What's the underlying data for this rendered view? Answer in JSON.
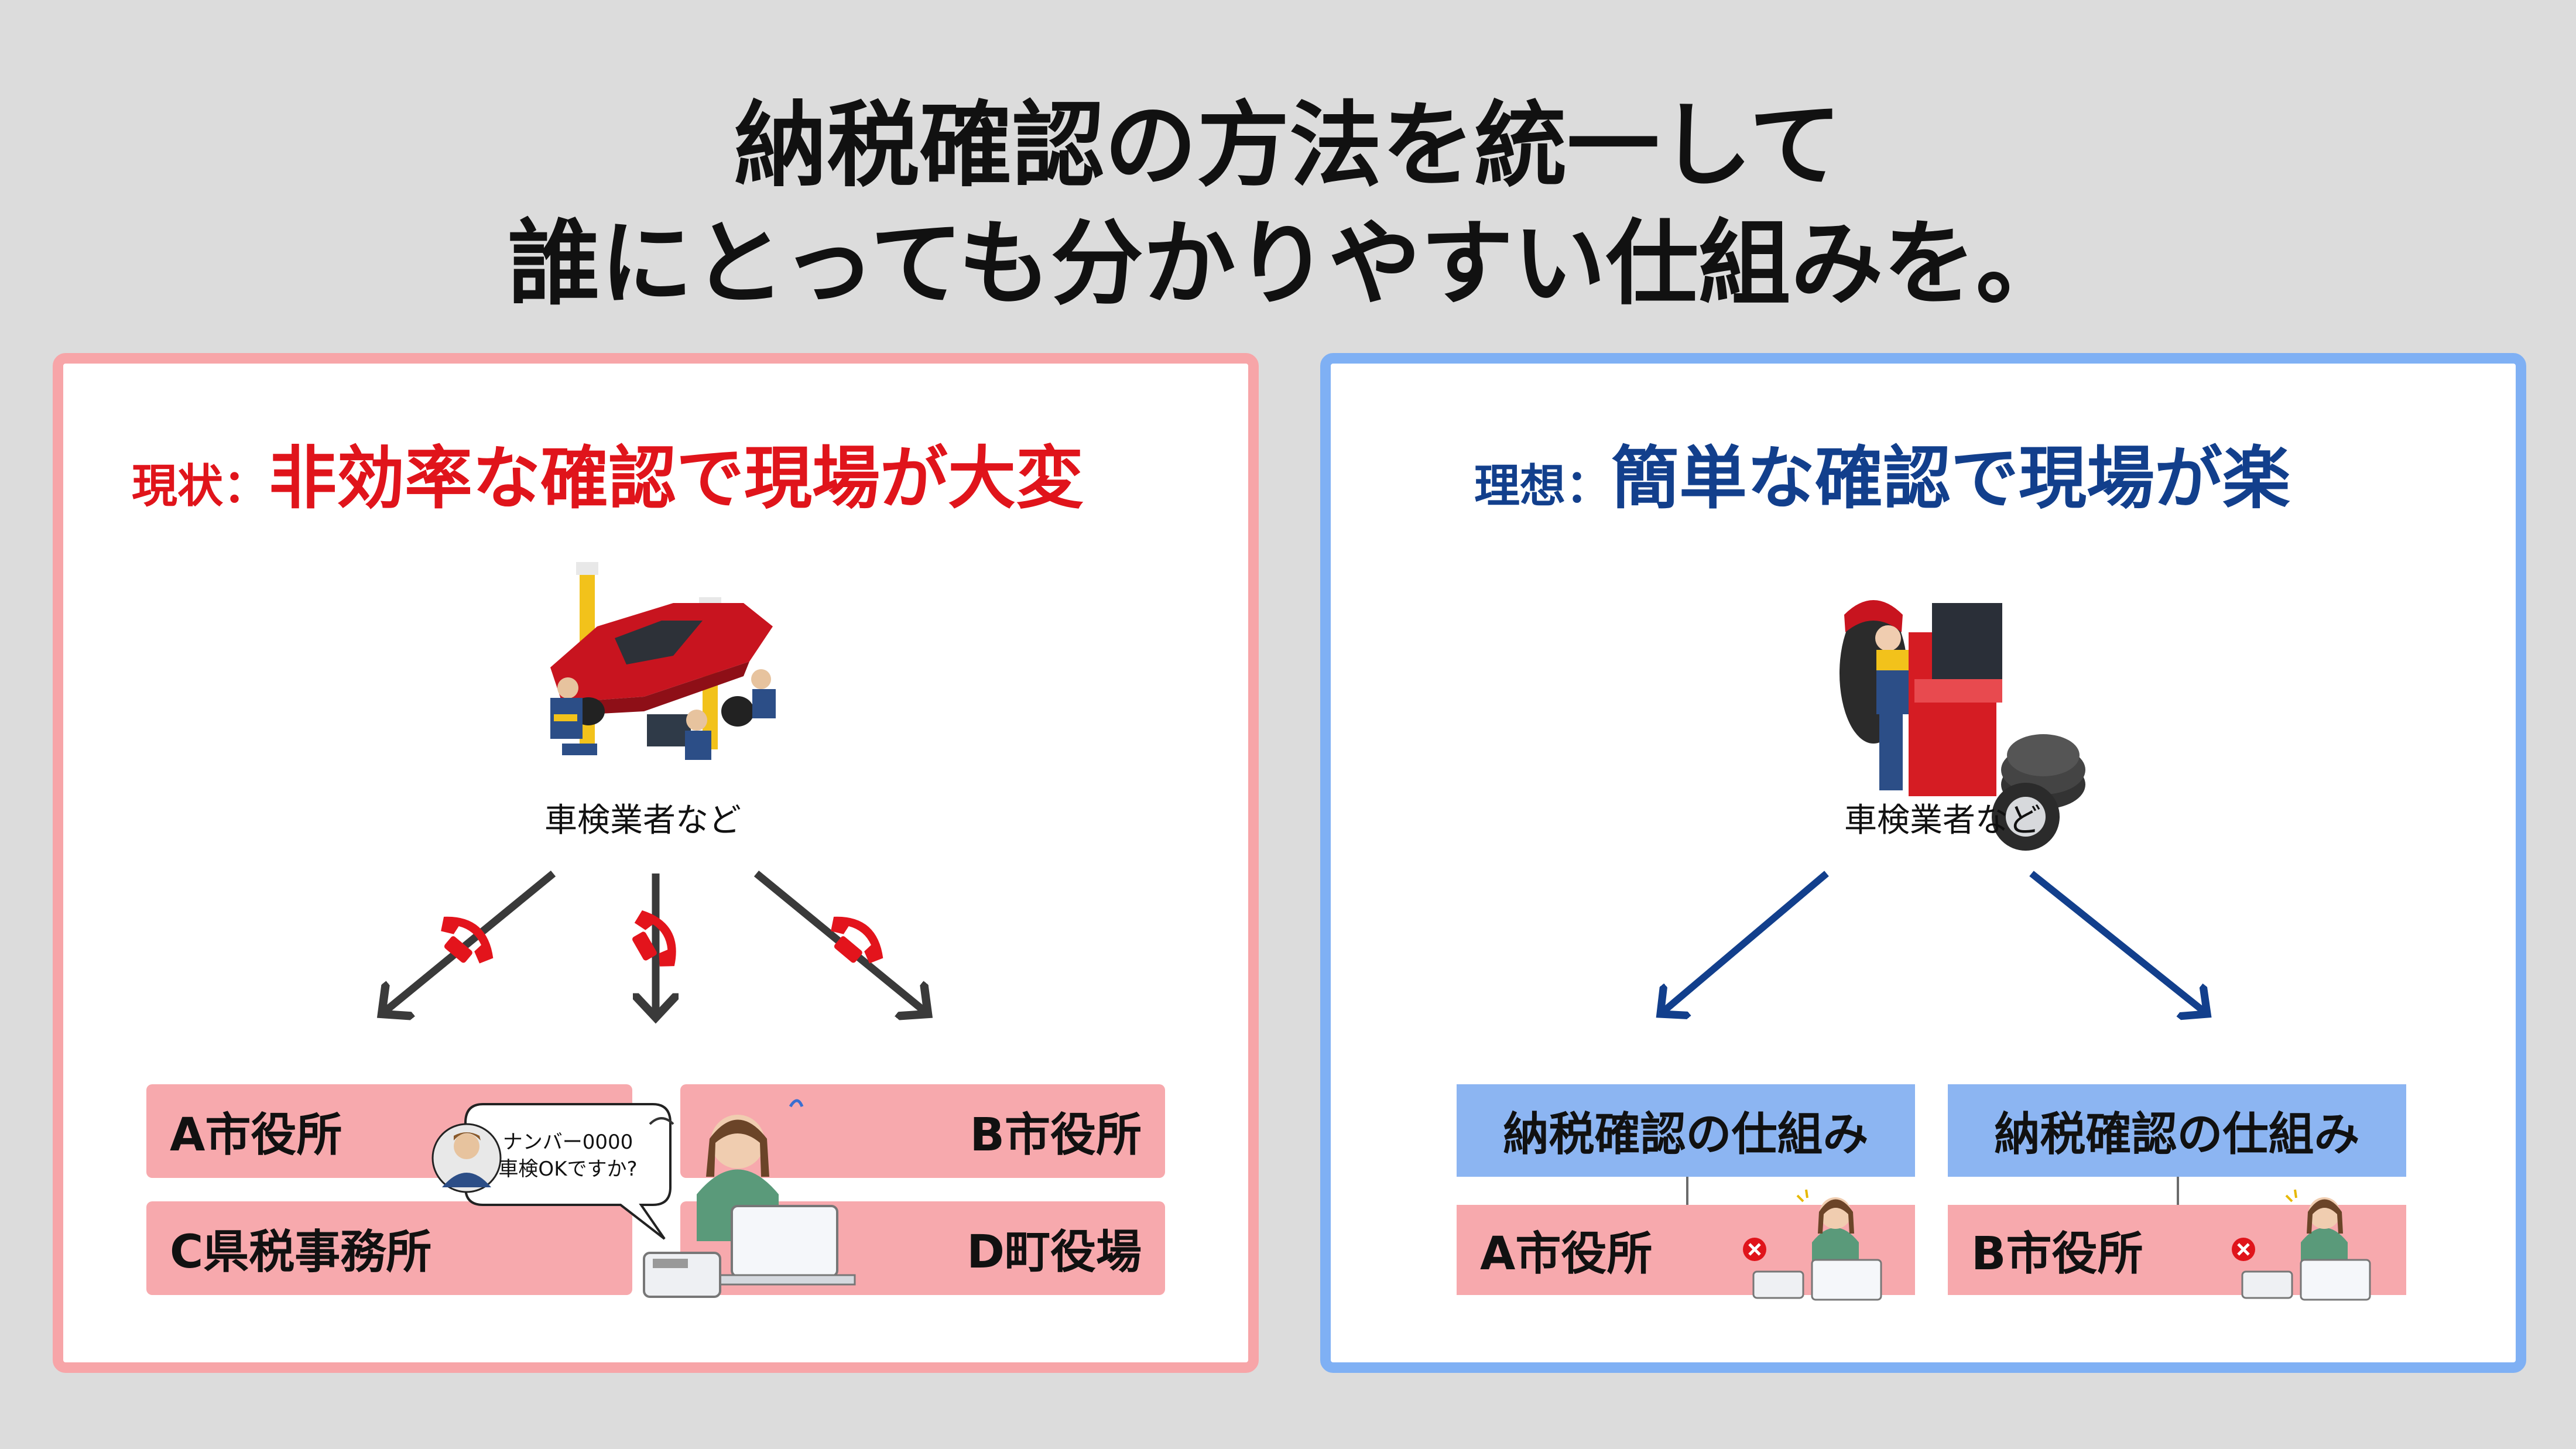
{
  "title": {
    "line1": "納税確認の方法を統一して",
    "line2": "誰にとっても分かりやすい仕組みを。"
  },
  "left": {
    "heading_prefix": "現状：",
    "heading_main": "非効率な確認で現場が大変",
    "illustration_caption": "車検業者など",
    "offices": [
      "A市役所",
      "B市役所",
      "C県税事務所",
      "D町役場"
    ],
    "bubble_line1": "ナンバー0000",
    "bubble_line2": "車検OKですか?"
  },
  "right": {
    "heading_prefix": "理想：",
    "heading_main": "簡単な確認で現場が楽",
    "illustration_caption": "車検業者など",
    "systems": [
      {
        "label": "納税確認の仕組み",
        "office": "A市役所"
      },
      {
        "label": "納税確認の仕組み",
        "office": "B市役所"
      }
    ]
  },
  "colors": {
    "background": "#dcdcdc",
    "left_border": "#f7a5a8",
    "right_border": "#7fb0f4",
    "left_heading": "#e0141b",
    "right_heading": "#123f8c",
    "office_fill": "#f7a9ad",
    "system_fill": "#8cb5f2",
    "phone_icon": "#e3141c"
  }
}
